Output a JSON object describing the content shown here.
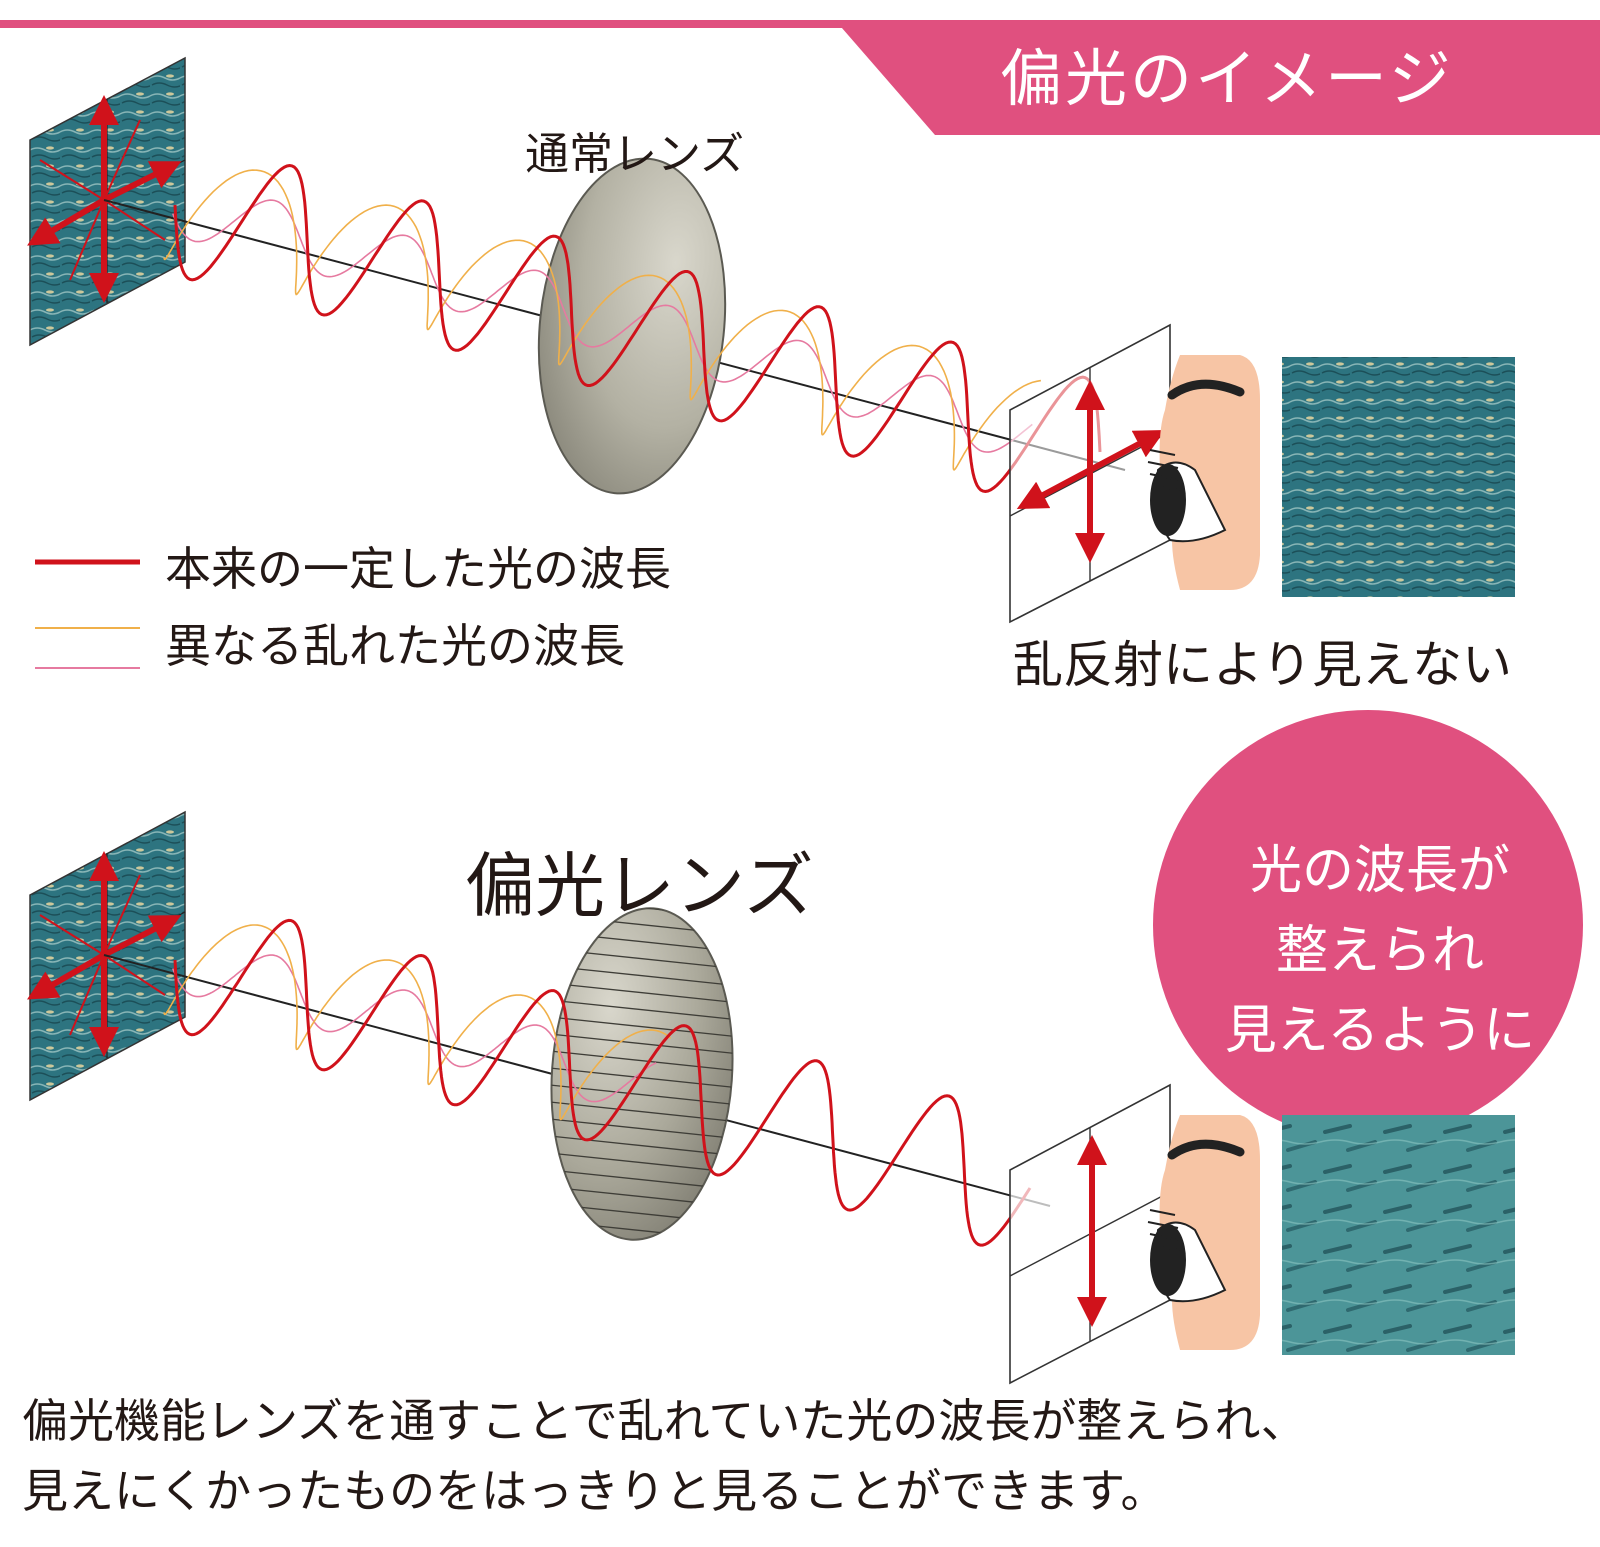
{
  "title": "偏光のイメージ",
  "normal_lens_label": "通常レンズ",
  "legend": [
    {
      "label": "本来の一定した光の波長",
      "color": "#d0121b"
    },
    {
      "label": "異なる乱れた光の波長",
      "colors": [
        "#f0b04a",
        "#e25a8a"
      ]
    }
  ],
  "top_caption": "乱反射により見えない",
  "polarized_lens_label": "偏光レンズ",
  "bubble_lines": [
    "光の波長が",
    "整えられ",
    "見えるように"
  ],
  "bottom_text": [
    "偏光機能レンズを通すことで乱れていた光の波長が整えられ、",
    "見えにくかったものをはっきりと見ることができます。"
  ],
  "colors": {
    "accent_pink": "#e0507f",
    "wave_red": "#d0121b",
    "wave_orange": "#f0b04a",
    "wave_pink": "#e67aa0",
    "lens_gray": "#a8a698",
    "skin": "#f7c5a5",
    "water": "#2f7c86"
  }
}
